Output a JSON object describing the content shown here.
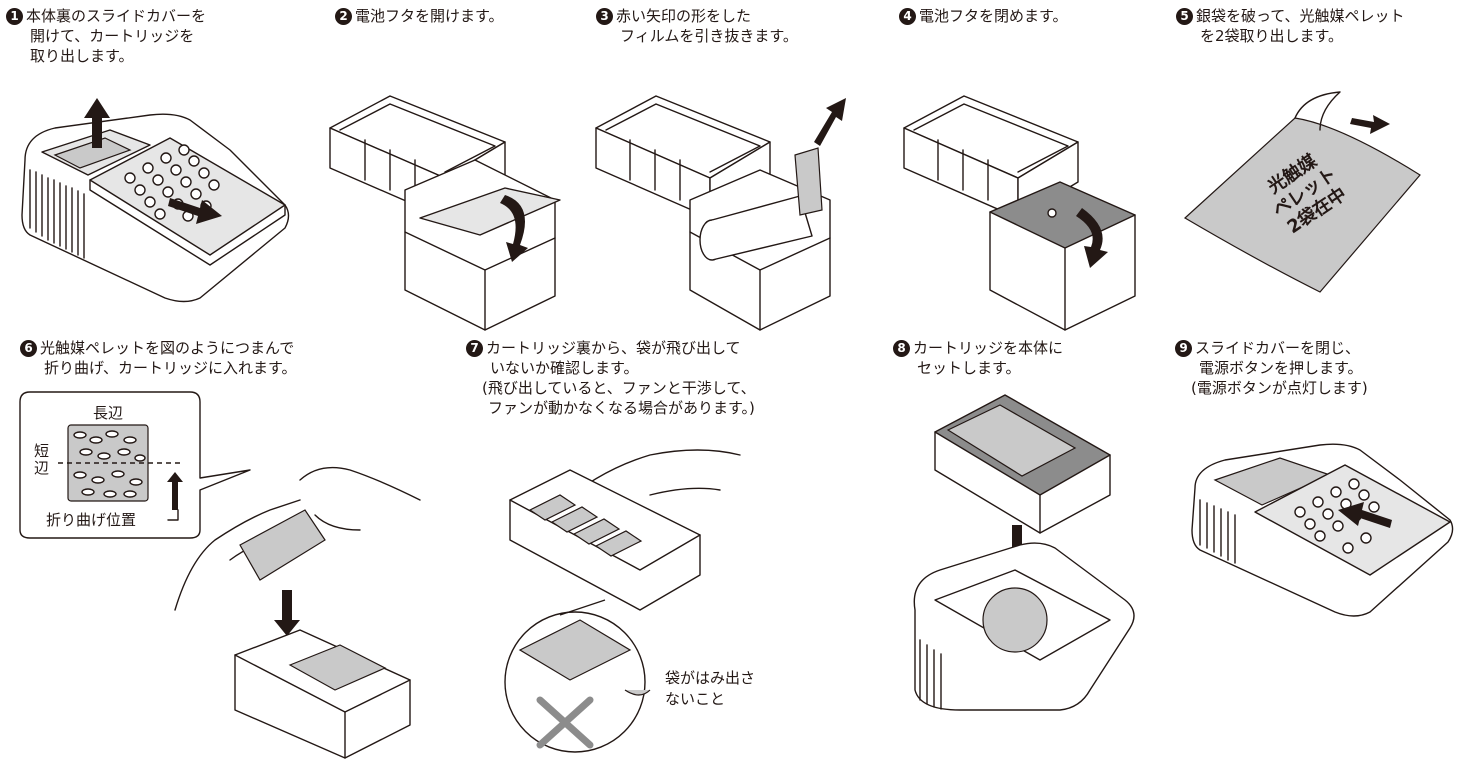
{
  "steps": [
    {
      "num": "1",
      "lines": [
        "本体裏のスライドカバーを",
        "開けて、カートリッジを",
        "取り出します。"
      ]
    },
    {
      "num": "2",
      "lines": [
        "電池フタを開けます。"
      ]
    },
    {
      "num": "3",
      "lines": [
        "赤い矢印の形をした",
        "フィルムを引き抜きます。"
      ]
    },
    {
      "num": "4",
      "lines": [
        "電池フタを閉めます。"
      ]
    },
    {
      "num": "5",
      "lines": [
        "銀袋を破って、光触媒ペレット",
        "を2袋取り出します。"
      ]
    },
    {
      "num": "6",
      "lines": [
        "光触媒ペレットを図のようにつまんで",
        "折り曲げ、カートリッジに入れます。"
      ]
    },
    {
      "num": "7",
      "lines": [
        "カートリッジ裏から、袋が飛び出して",
        "いないか確認します。",
        "(飛び出していると、ファンと干渉して、",
        "ファンが動かなくなる場合があります。)"
      ]
    },
    {
      "num": "8",
      "lines": [
        "カートリッジを本体に",
        "セットします。"
      ]
    },
    {
      "num": "9",
      "lines": [
        "スライドカバーを閉じ、",
        "電源ボタンを押します。",
        "(電源ボタンが点灯します)"
      ]
    }
  ],
  "bag_label": [
    "光触媒",
    "ペレット",
    "2袋在中"
  ],
  "callout": {
    "long_side": "長辺",
    "short_side_1": "短",
    "short_side_2": "辺",
    "fold_position": "折り曲げ位置"
  },
  "warning": [
    "袋がはみ出さ",
    "ないこと"
  ]
}
